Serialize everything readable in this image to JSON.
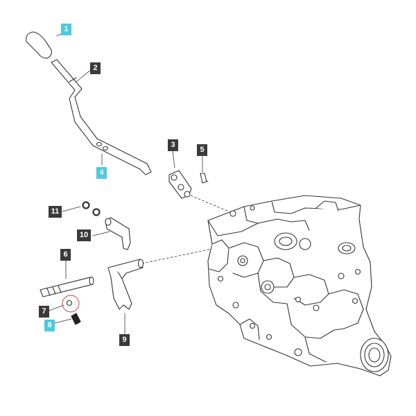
{
  "colors": {
    "callout_dark": "#3a3a3a",
    "callout_highlight": "#4fc8e0",
    "line_art": "#333333",
    "circle_marker": "#c0392b"
  },
  "callouts": [
    {
      "label": "1",
      "style": "highlight"
    },
    {
      "label": "2",
      "style": "dark"
    },
    {
      "label": "3",
      "style": "dark"
    },
    {
      "label": "4",
      "style": "highlight"
    },
    {
      "label": "5",
      "style": "dark"
    },
    {
      "label": "6",
      "style": "dark"
    },
    {
      "label": "7",
      "style": "dark"
    },
    {
      "label": "8",
      "style": "highlight"
    },
    {
      "label": "9",
      "style": "dark"
    },
    {
      "label": "10",
      "style": "dark"
    },
    {
      "label": "11",
      "style": "dark"
    }
  ]
}
